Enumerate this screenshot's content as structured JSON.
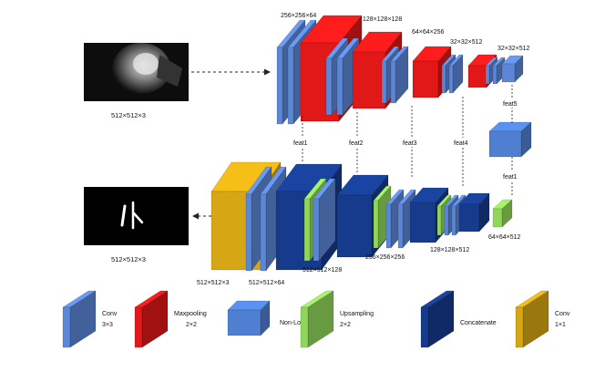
{
  "colors": {
    "conv3": "#5b87d6",
    "maxpool": "#e01818",
    "nonlocal": "#4f7fd0",
    "upsample": "#8fd65a",
    "concat": "#163b8c",
    "conv1": "#d6a614"
  },
  "labels": {
    "input_size": "512×512×3",
    "output_size": "512×512×3",
    "enc1": "256×256×64",
    "enc2": "128×128×128",
    "enc3": "64×64×256",
    "enc4": "32×32×512",
    "enc5": "32×32×512",
    "feat1": "feat1",
    "feat2": "feat2",
    "feat3": "feat3",
    "feat4": "feat4",
    "feat5": "feat5",
    "feat1_nl": "feat1",
    "dec_out": "512×512×3",
    "dec1": "512×512×64",
    "dec2": "512×512×128",
    "dec3": "256×256×256",
    "dec4": "128×128×512",
    "dec5": "64×64×512"
  },
  "legend": [
    {
      "key": "conv3",
      "line1": "Conv",
      "line2": "3×3"
    },
    {
      "key": "maxpool",
      "line1": "Maxpooling",
      "line2": "2×2"
    },
    {
      "key": "nonlocal",
      "line1": "Non-Local",
      "line2": ""
    },
    {
      "key": "upsample",
      "line1": "Upsampling",
      "line2": "2×2"
    },
    {
      "key": "concat",
      "line1": "Concatenate",
      "line2": ""
    },
    {
      "key": "conv1",
      "line1": "Conv",
      "line2": "1×1"
    }
  ]
}
